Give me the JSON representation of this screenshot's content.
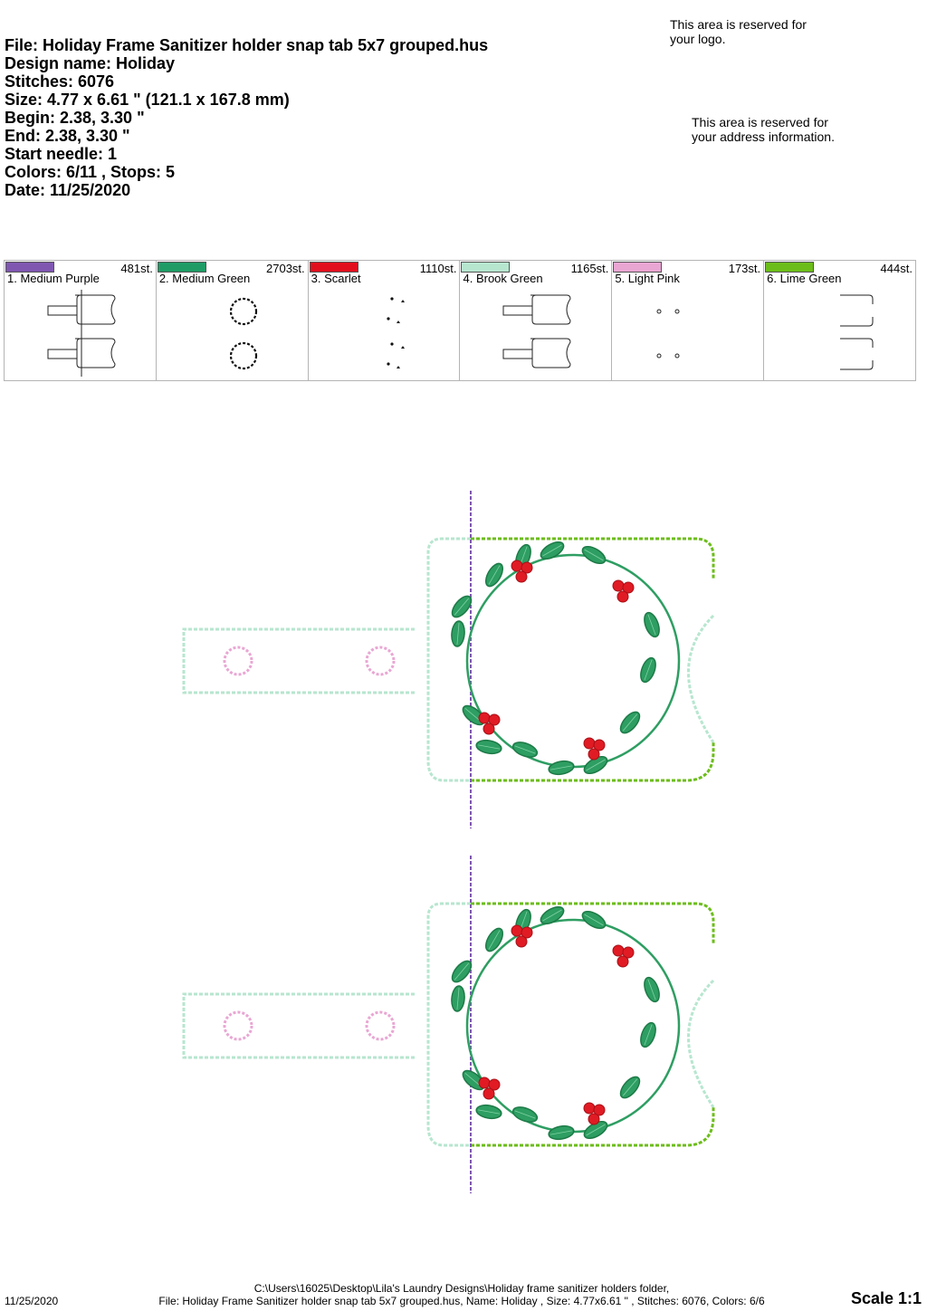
{
  "info": {
    "file": "File: Holiday Frame Sanitizer holder snap tab 5x7 grouped.hus",
    "design_name": "Design name: Holiday",
    "stitches": "Stitches: 6076",
    "size": "Size: 4.77 x 6.61 \" (121.1 x 167.8 mm)",
    "begin": "Begin: 2.38, 3.30 \"",
    "end": "End: 2.38, 3.30 \"",
    "start_needle": "Start needle: 1",
    "colors_stops": "Colors: 6/11 , Stops: 5",
    "date": "Date: 11/25/2020"
  },
  "reserved": {
    "logo": "This area is reserved for\nyour logo.",
    "address": "This area is reserved for\nyour address information."
  },
  "colors": [
    {
      "name": "1. Medium Purple",
      "stitches": "481st.",
      "hex": "#7f57b0"
    },
    {
      "name": "2. Medium Green",
      "stitches": "2703st.",
      "hex": "#1f9c66"
    },
    {
      "name": "3. Scarlet",
      "stitches": "1110st.",
      "hex": "#e2101e"
    },
    {
      "name": "4. Brook Green",
      "stitches": "1165st.",
      "hex": "#b7e6cf"
    },
    {
      "name": "5. Light Pink",
      "stitches": "173st.",
      "hex": "#e9a6d3"
    },
    {
      "name": "6. Lime Green",
      "stitches": "444st.",
      "hex": "#6cbd1a"
    }
  ],
  "footer": {
    "date": "11/25/2020",
    "path": "C:\\Users\\16025\\Desktop\\Lila's Laundry Designs\\Holiday frame sanitizer holders folder,",
    "file_line": "File: Holiday Frame Sanitizer holder snap tab 5x7 grouped.hus, Name: Holiday , Size: 4.77x6.61 \" , Stitches: 6076, Colors: 6/6",
    "scale": "Scale 1:1"
  }
}
